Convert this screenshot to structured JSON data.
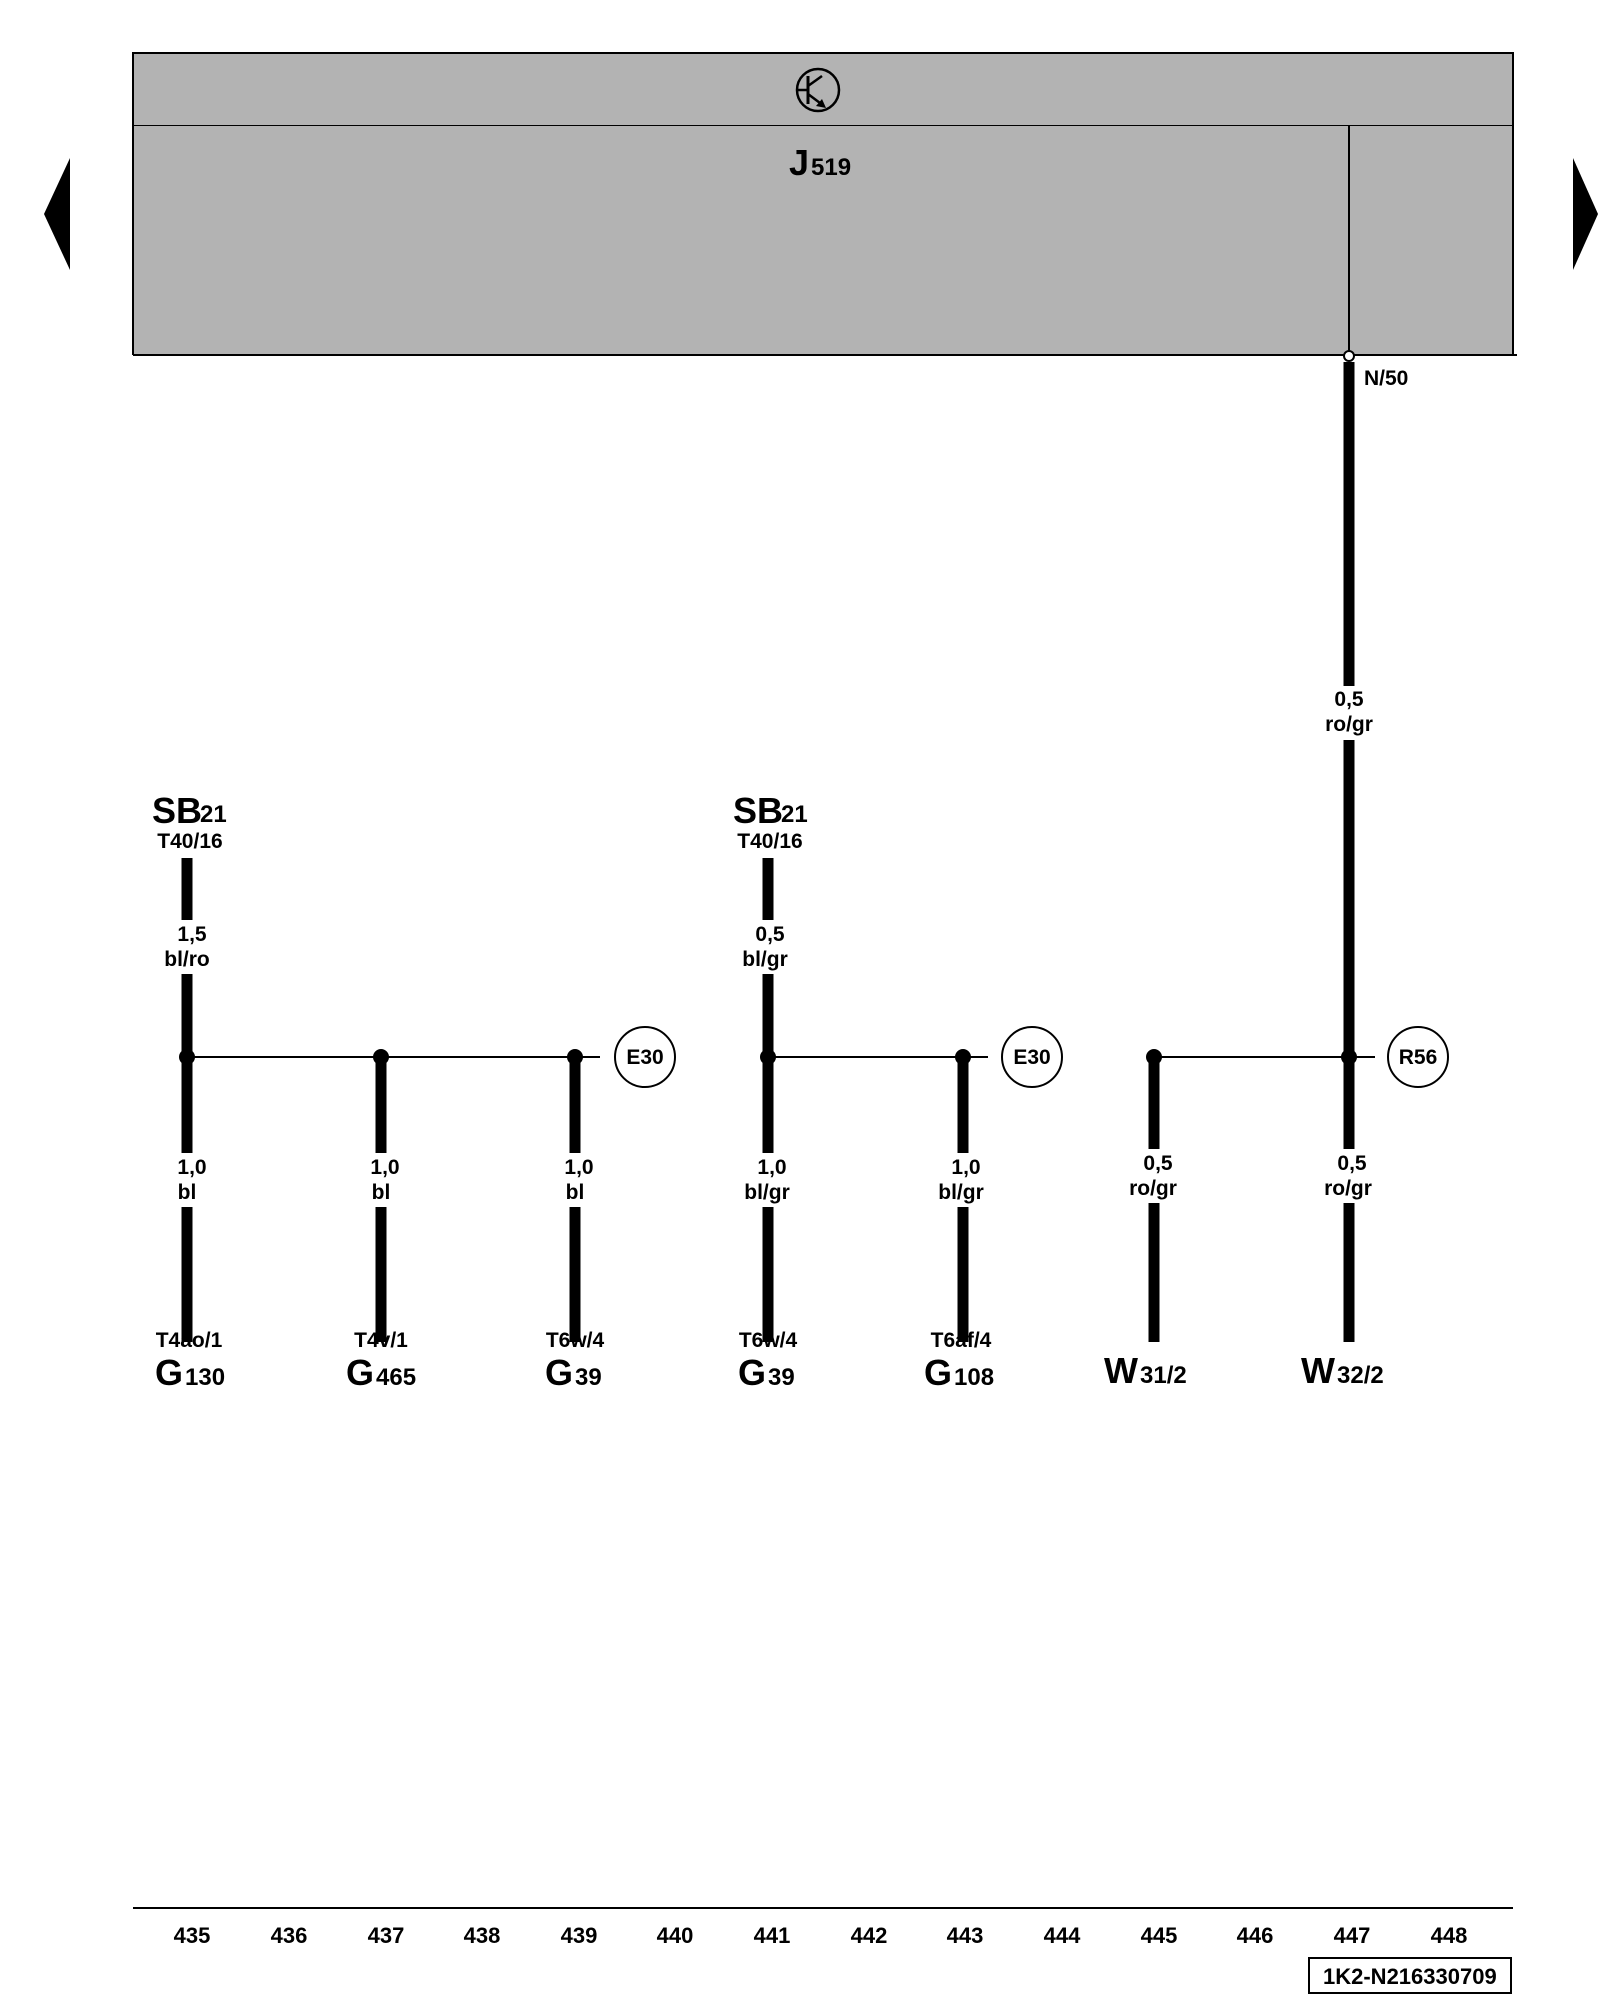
{
  "module": {
    "symbol": "transistor-icon",
    "name": "J",
    "sub": "519",
    "terminal": "N/50",
    "fill": "#b3b3b3"
  },
  "sources": [
    {
      "name": "SB",
      "sub": "21",
      "terminal": "T40/16",
      "gauge": "1,5",
      "color": "bl/ro"
    },
    {
      "name": "SB",
      "sub": "21",
      "terminal": "T40/16",
      "gauge": "0,5",
      "color": "bl/gr"
    }
  ],
  "main_wire": {
    "gauge": "0,5",
    "color": "ro/gr"
  },
  "connectors": [
    {
      "id": "E30"
    },
    {
      "id": "E30"
    },
    {
      "id": "R56"
    }
  ],
  "branches": [
    {
      "gauge": "1,0",
      "color": "bl",
      "terminal": "T4ao/1",
      "name": "G",
      "sub": "130"
    },
    {
      "gauge": "1,0",
      "color": "bl",
      "terminal": "T4v/1",
      "name": "G",
      "sub": "465"
    },
    {
      "gauge": "1,0",
      "color": "bl",
      "terminal": "T6w/4",
      "name": "G",
      "sub": "39"
    },
    {
      "gauge": "1,0",
      "color": "bl/gr",
      "terminal": "T6w/4",
      "name": "G",
      "sub": "39"
    },
    {
      "gauge": "1,0",
      "color": "bl/gr",
      "terminal": "T6af/4",
      "name": "G",
      "sub": "108"
    },
    {
      "gauge": "0,5",
      "color": "ro/gr",
      "terminal": "",
      "name": "W",
      "sub": "31/2"
    },
    {
      "gauge": "0,5",
      "color": "ro/gr",
      "terminal": "",
      "name": "W",
      "sub": "32/2"
    }
  ],
  "columns": [
    "435",
    "436",
    "437",
    "438",
    "439",
    "440",
    "441",
    "442",
    "443",
    "444",
    "445",
    "446",
    "447",
    "448"
  ],
  "doc_id": "1K2-N216330709",
  "navigation": {
    "prev_icon": "arrow-left-icon",
    "next_icon": "arrow-right-icon"
  }
}
